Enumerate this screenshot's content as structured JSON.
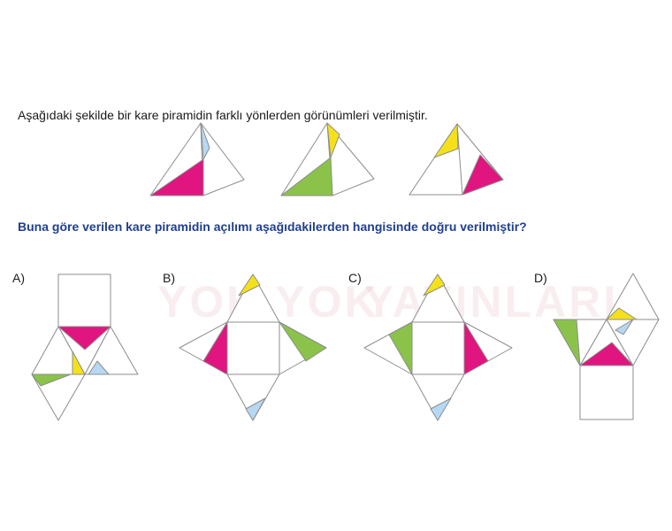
{
  "question": {
    "intro": "Aşağıdaki şekilde bir kare piramidin farklı yönlerden görünümleri verilmiştir.",
    "prompt": "Buna göre verilen kare piramidin açılımı aşağıdakilerden hangisinde doğru verilmiştir?"
  },
  "watermark": {
    "left": "YOK YOK",
    "right": "YAYINLARI"
  },
  "options": [
    {
      "label": "A)"
    },
    {
      "label": "B)"
    },
    {
      "label": "C)"
    },
    {
      "label": "D)"
    }
  ],
  "colors": {
    "magenta": "#e0157f",
    "green": "#8bc34a",
    "yellow": "#f4e11a",
    "blue": "#b6d8f2",
    "line": "#8c8c8c",
    "question_blue": "#1f3f8f"
  }
}
